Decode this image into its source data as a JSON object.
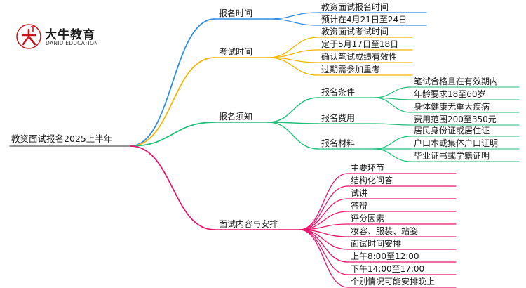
{
  "logo": {
    "mark": "大牛",
    "name": "大牛教育",
    "sub": "DANIU EDUCATION",
    "color": "#c8161d"
  },
  "root": "教资面试报名2025上半年",
  "branches": [
    {
      "label": "报名时间",
      "color": "#2f8de4",
      "items": [
        "教资面试报名时间",
        "预计在4月21日至24日"
      ]
    },
    {
      "label": "考试时间",
      "color": "#f2b705",
      "items": [
        "教资面试考试时间",
        "定于5月17日至18日",
        "确认笔试成绩有效性",
        "过期需参加重考"
      ]
    },
    {
      "label": "报名须知",
      "color": "#1fbf7a",
      "groups": [
        {
          "label": "报名条件",
          "items": [
            "笔试合格且在有效期内",
            "年龄要求18至60岁",
            "身体健康无重大疾病"
          ]
        },
        {
          "label": "报名费用",
          "items": [
            "费用范围200至350元"
          ]
        },
        {
          "label": "报名材料",
          "items": [
            "居民身份证或居住证",
            "户口本或集体户口证明",
            "毕业证书或学籍证明"
          ]
        }
      ]
    },
    {
      "label": "面试内容与安排",
      "color": "#e8176e",
      "items": [
        "主要环节",
        "结构化问答",
        "试讲",
        "答辩",
        "评分因素",
        "妆容、服装、站姿",
        "面试时间安排",
        "上午8:00至12:00",
        "下午14:00至17:00",
        "个别情况可能安排晚上"
      ]
    }
  ]
}
